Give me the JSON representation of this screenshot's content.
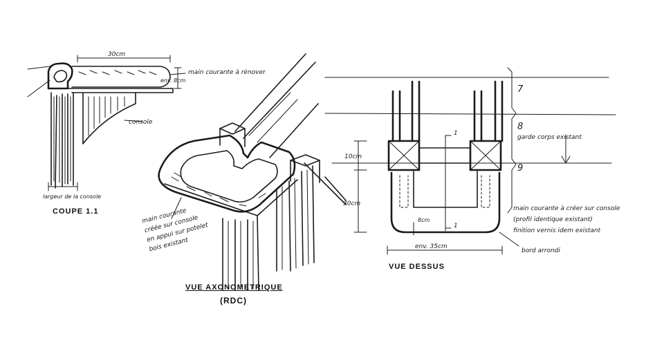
{
  "section": {
    "dim_width": "30cm",
    "dim_thickness": "env. 8cm",
    "label_handrail": "main courante à rénover",
    "label_console": "console",
    "label_width": "largeur de la console",
    "title": "COUPE 1.1"
  },
  "axo": {
    "annotation_lines": [
      "main courante",
      "créée sur console",
      "en appui sur potelet",
      "bois existant"
    ],
    "title": "VUE AXONOMETRIQUE",
    "subtitle": "(RDC)"
  },
  "plan": {
    "dim_10": "10cm",
    "dim_30": "30cm",
    "dim_35": "env. 35cm",
    "dim_8": "8cm",
    "section_mark": "1",
    "floor_numbers": [
      "7",
      "8",
      "9"
    ],
    "label_guard": "garde corps existant",
    "annotation_lines": [
      "main courante à créer sur console",
      "(profil identique existant)",
      "finition vernis idem existant"
    ],
    "label_rounded": "bord arrondi",
    "title": "VUE DESSUS"
  }
}
